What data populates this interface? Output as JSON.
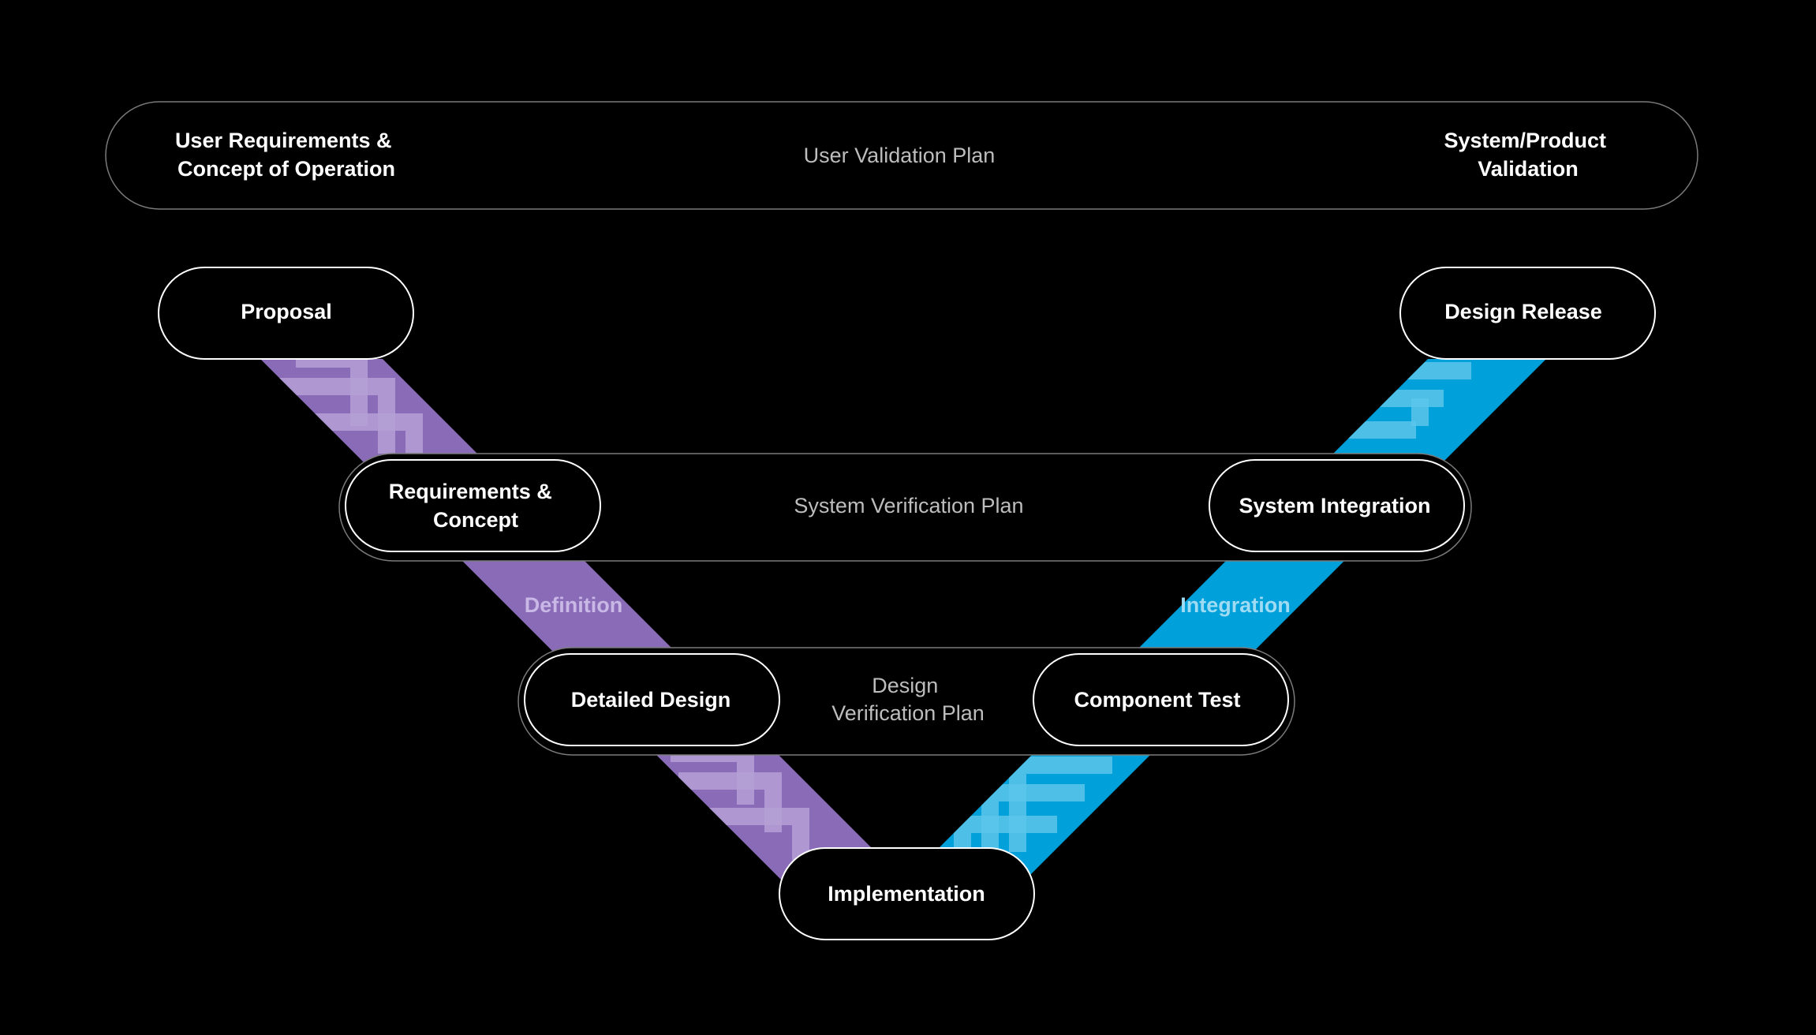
{
  "colors": {
    "background": "#000000",
    "definition_band": "#8a6bb8",
    "definition_chevron_light": "#b5a0d6",
    "definition_label": "#c9b8e6",
    "integration_band": "#00a0da",
    "integration_chevron_light": "#5cc6ea",
    "integration_label": "#9fdcf3",
    "pill_border": "#ffffff",
    "plan_border": "#7a7a7a",
    "plan_text": "#bdbdbd"
  },
  "validation": {
    "left_lines": [
      "User Requirements &",
      "Concept of Operation"
    ],
    "plan": "User Validation Plan",
    "right_lines": [
      "System/Product",
      "Validation"
    ]
  },
  "stages": {
    "proposal": "Proposal",
    "design_release": "Design Release",
    "requirements_lines": [
      "Requirements &",
      "Concept"
    ],
    "system_integration": "System Integration",
    "detailed_design": "Detailed Design",
    "component_test": "Component Test",
    "implementation": "Implementation"
  },
  "plans": {
    "system_verification": "System Verification Plan",
    "design_verification_lines": [
      "Design",
      "Verification Plan"
    ]
  },
  "bands": {
    "definition": "Definition",
    "integration": "Integration"
  }
}
